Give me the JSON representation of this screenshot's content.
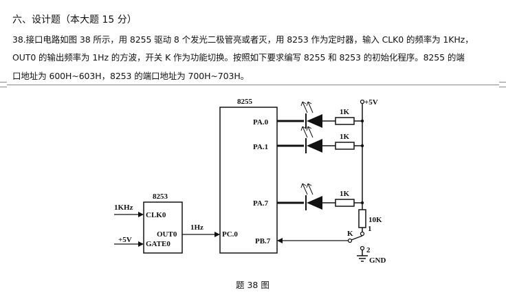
{
  "question": {
    "heading": "六、设计题（本大题 15 分）",
    "lines": [
      "38.接口电路如图 38 所示，用 8255 驱动 8 个发光二极管亮或者灭，用 8253 作为定时器，输入 CLK0 的频率为 1KHz，",
      "OUT0 的输出频率为 1Hz 的方波，开关 K 作为功能切换。按照如下要求编写 8255 和 8253 的初始化程序。8255 的端",
      "口地址为 600H~603H，8253 的端口地址为 700H~703H。"
    ]
  },
  "circuit": {
    "chip_8255": {
      "title": "8255",
      "pins": {
        "pa0": "PA.0",
        "pa1": "PA.1",
        "pa7": "PA.7",
        "pc0": "PC.0",
        "pb7": "PB.7"
      }
    },
    "chip_8253": {
      "title": "8253",
      "pins": {
        "clk0": "CLK0",
        "out0": "OUT0",
        "gate0": "GATE0"
      }
    },
    "labels": {
      "clk_in": "1KHz",
      "gate_in": "+5V",
      "out_freq": "1Hz",
      "vcc": "+5V",
      "r1": "1K",
      "r2": "1K",
      "r3": "1K",
      "r_pullup": "10K",
      "switch": "K",
      "sw_pos1": "1",
      "sw_pos2": "2",
      "gnd": "GND"
    }
  },
  "caption": "题 38 图"
}
